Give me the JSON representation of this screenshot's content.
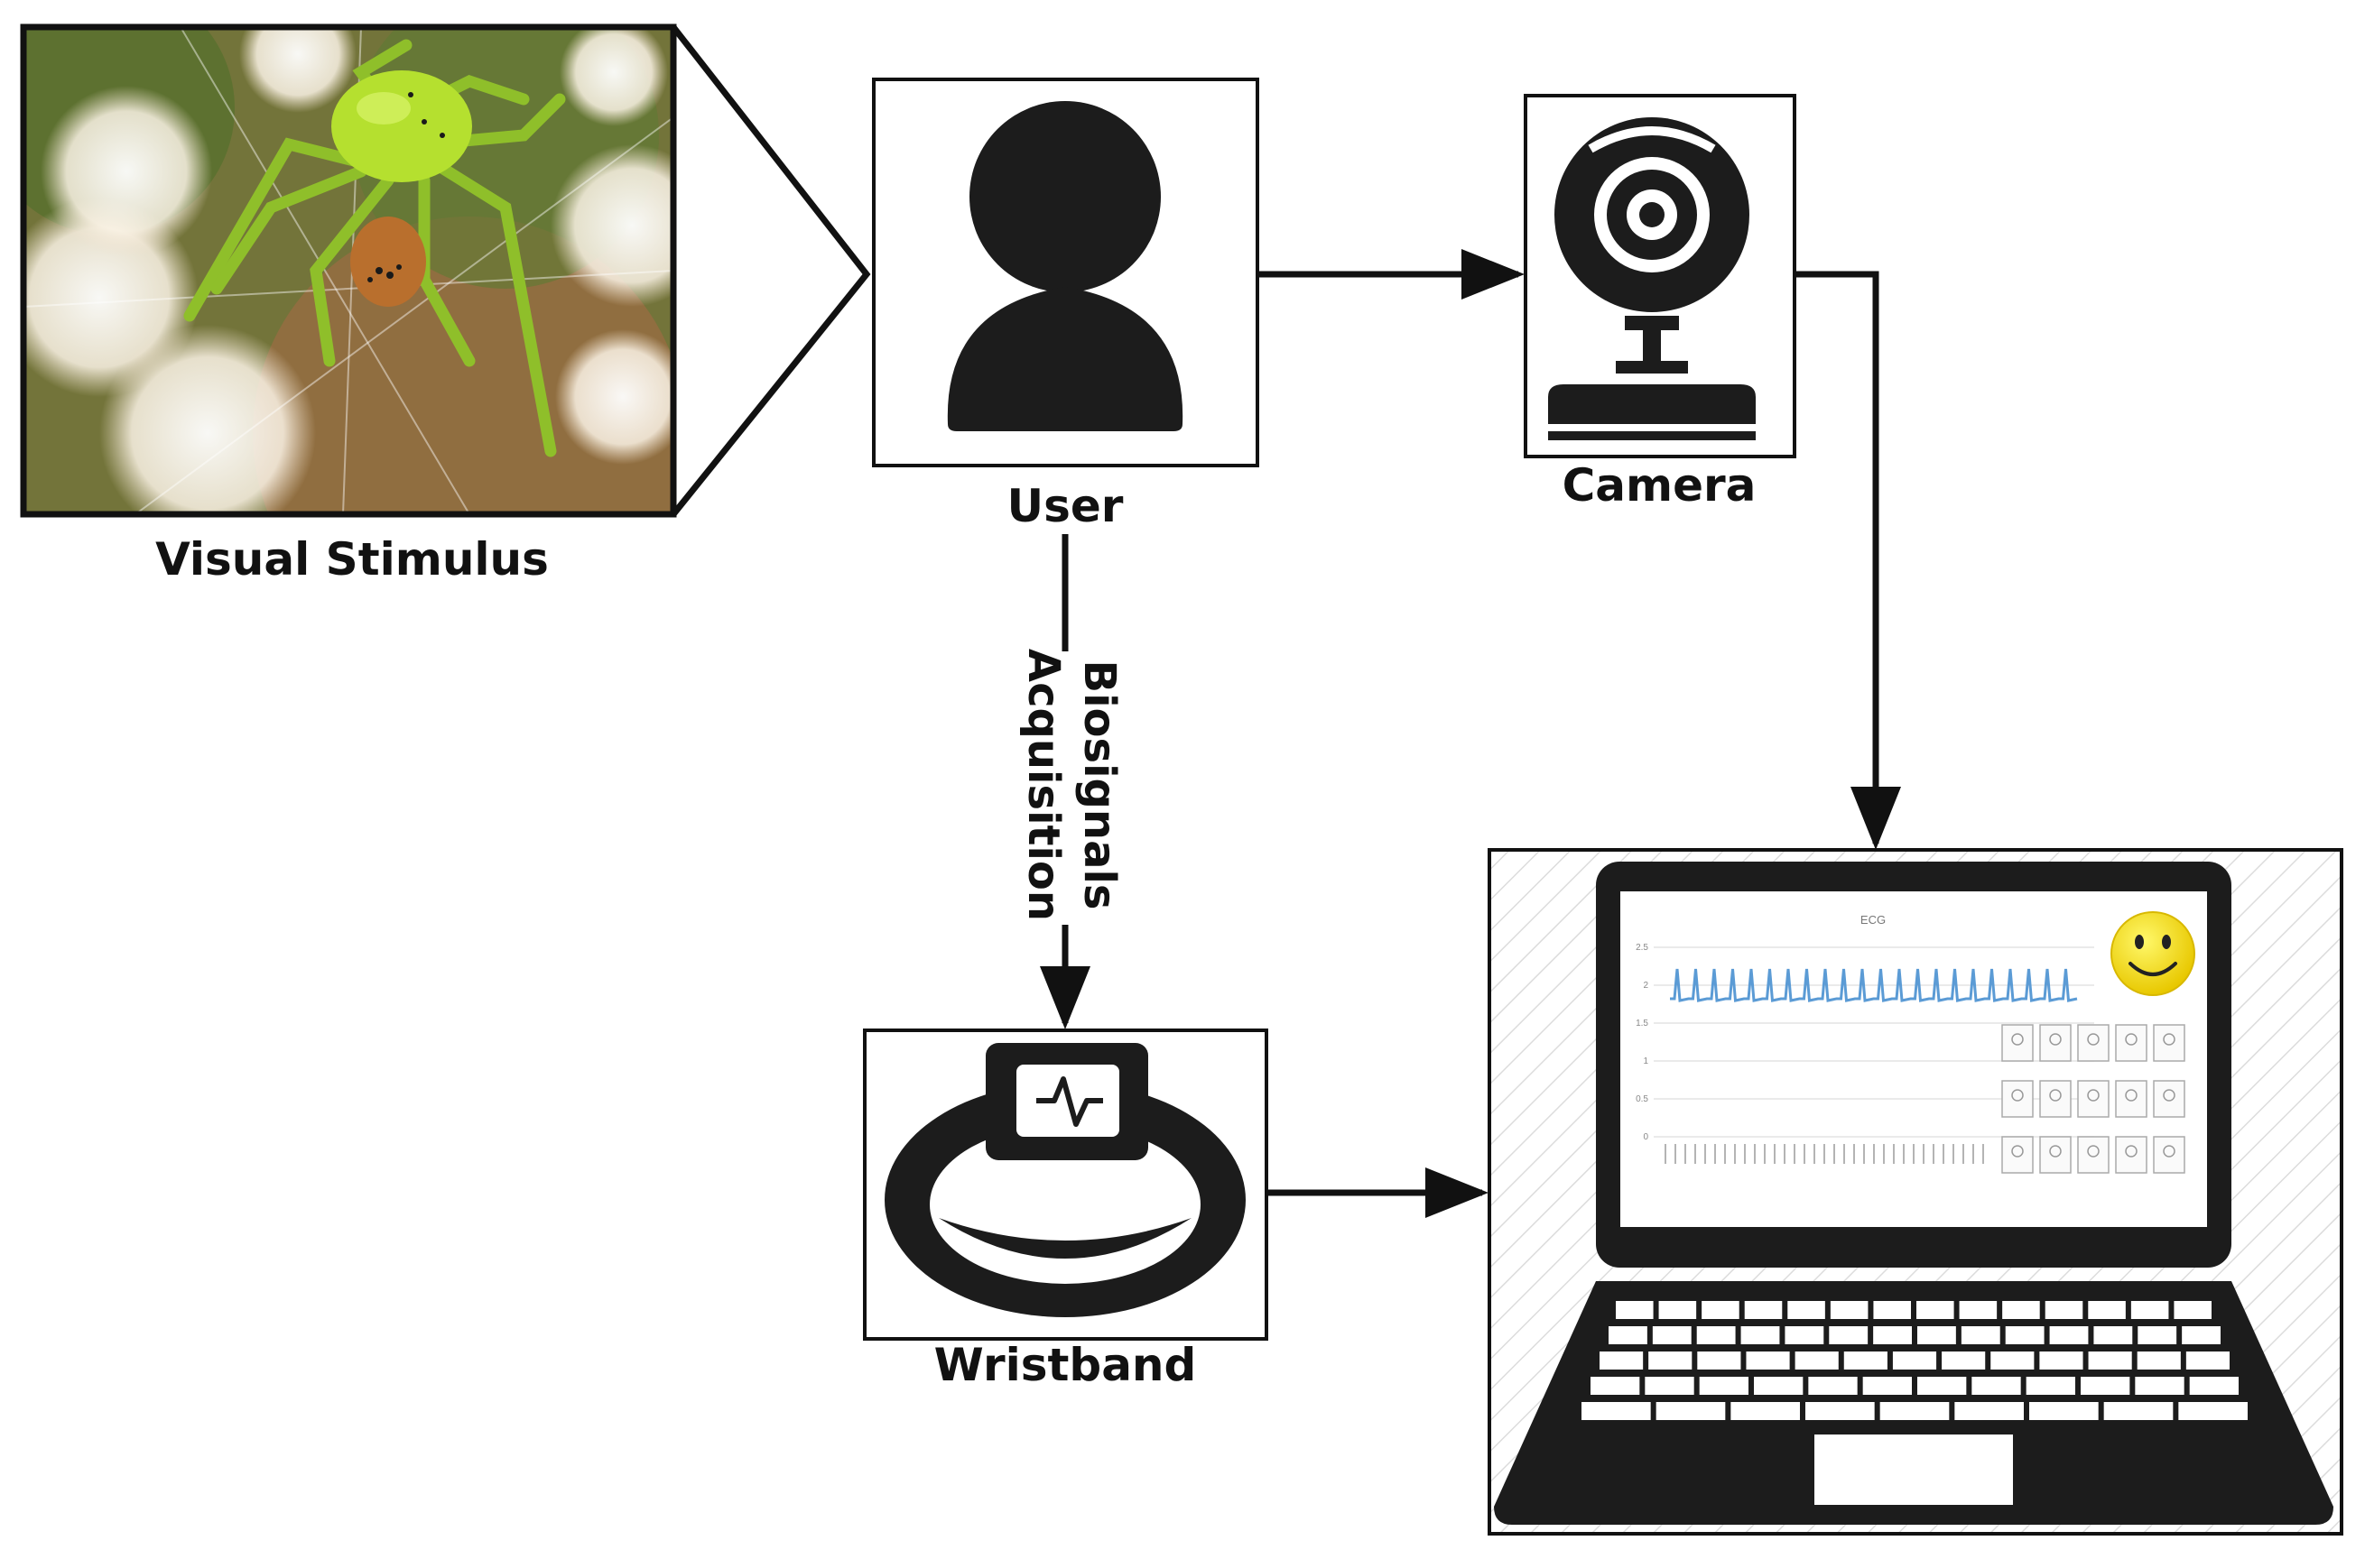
{
  "labels": {
    "visual_stimulus": "Visual Stimulus",
    "user": "User",
    "camera": "Camera",
    "biosignals_line1": "Biosignals",
    "biosignals_line2": "Acquisition",
    "wristband": "Wristband"
  },
  "screen": {
    "chart_title": "ECG",
    "y_ticks": [
      "2.5",
      "2",
      "1.5",
      "1",
      "0.5",
      "0"
    ]
  },
  "icons": {
    "stimulus_image": "spider-photo",
    "user": "user-silhouette-icon",
    "camera": "webcam-icon",
    "wristband": "smart-wristband-icon",
    "laptop": "laptop-icon",
    "emotion": "smiley-face-icon"
  },
  "colors": {
    "stroke": "#111111",
    "ecg_line": "#5b9bd5",
    "smiley": "#f5e11a"
  }
}
